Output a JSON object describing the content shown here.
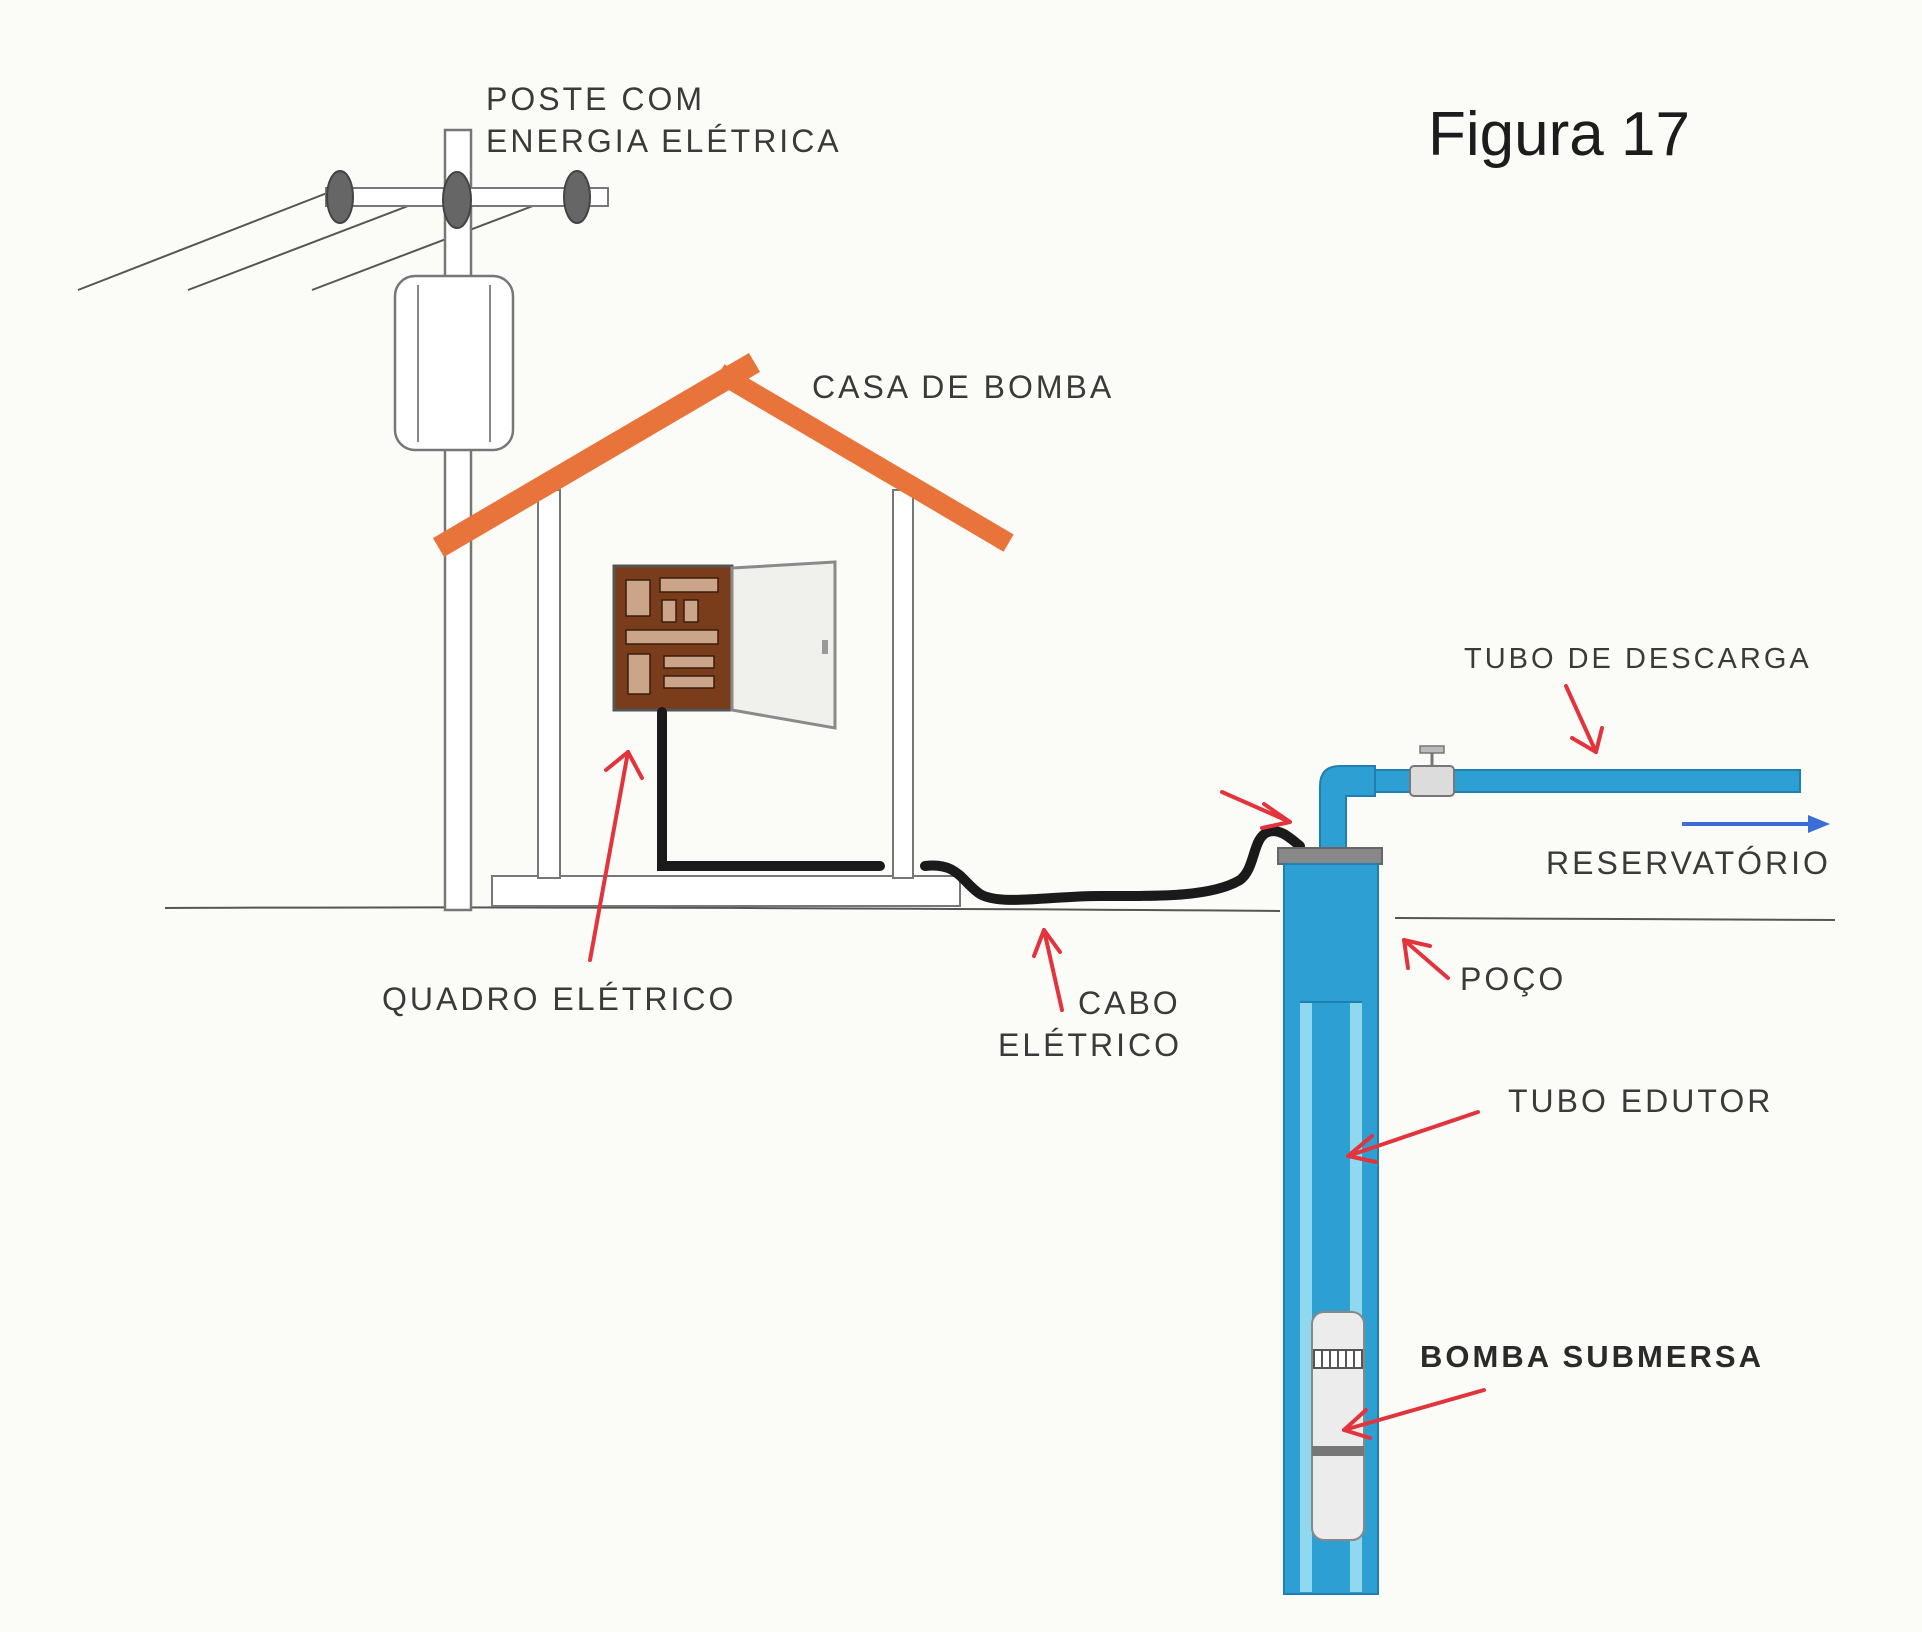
{
  "figure": {
    "title": "Figura 17"
  },
  "labels": {
    "pole_line1": "POSTE COM",
    "pole_line2": "ENERGIA ELÉTRICA",
    "pump_house": "CASA DE BOMBA",
    "electric_panel": "QUADRO ELÉTRICO",
    "cable_line1": "CABO",
    "cable_line2": "ELÉTRICO",
    "discharge_pipe": "TUBO DE DESCARGA",
    "reservoir": "RESERVATÓRIO",
    "well": "POÇO",
    "riser_pipe": "TUBO EDUTOR",
    "submersible_pump": "BOMBA SUBMERSA"
  },
  "colors": {
    "roof": "#e8743b",
    "pipe": "#2e9fd3",
    "pipe_dark": "#1f7fb0",
    "well_water": "#8fd8ee",
    "arrow": "#e2343d",
    "flow_arrow": "#3b6fd6",
    "cable": "#1a1a1a",
    "outline": "#8a8a8a"
  }
}
